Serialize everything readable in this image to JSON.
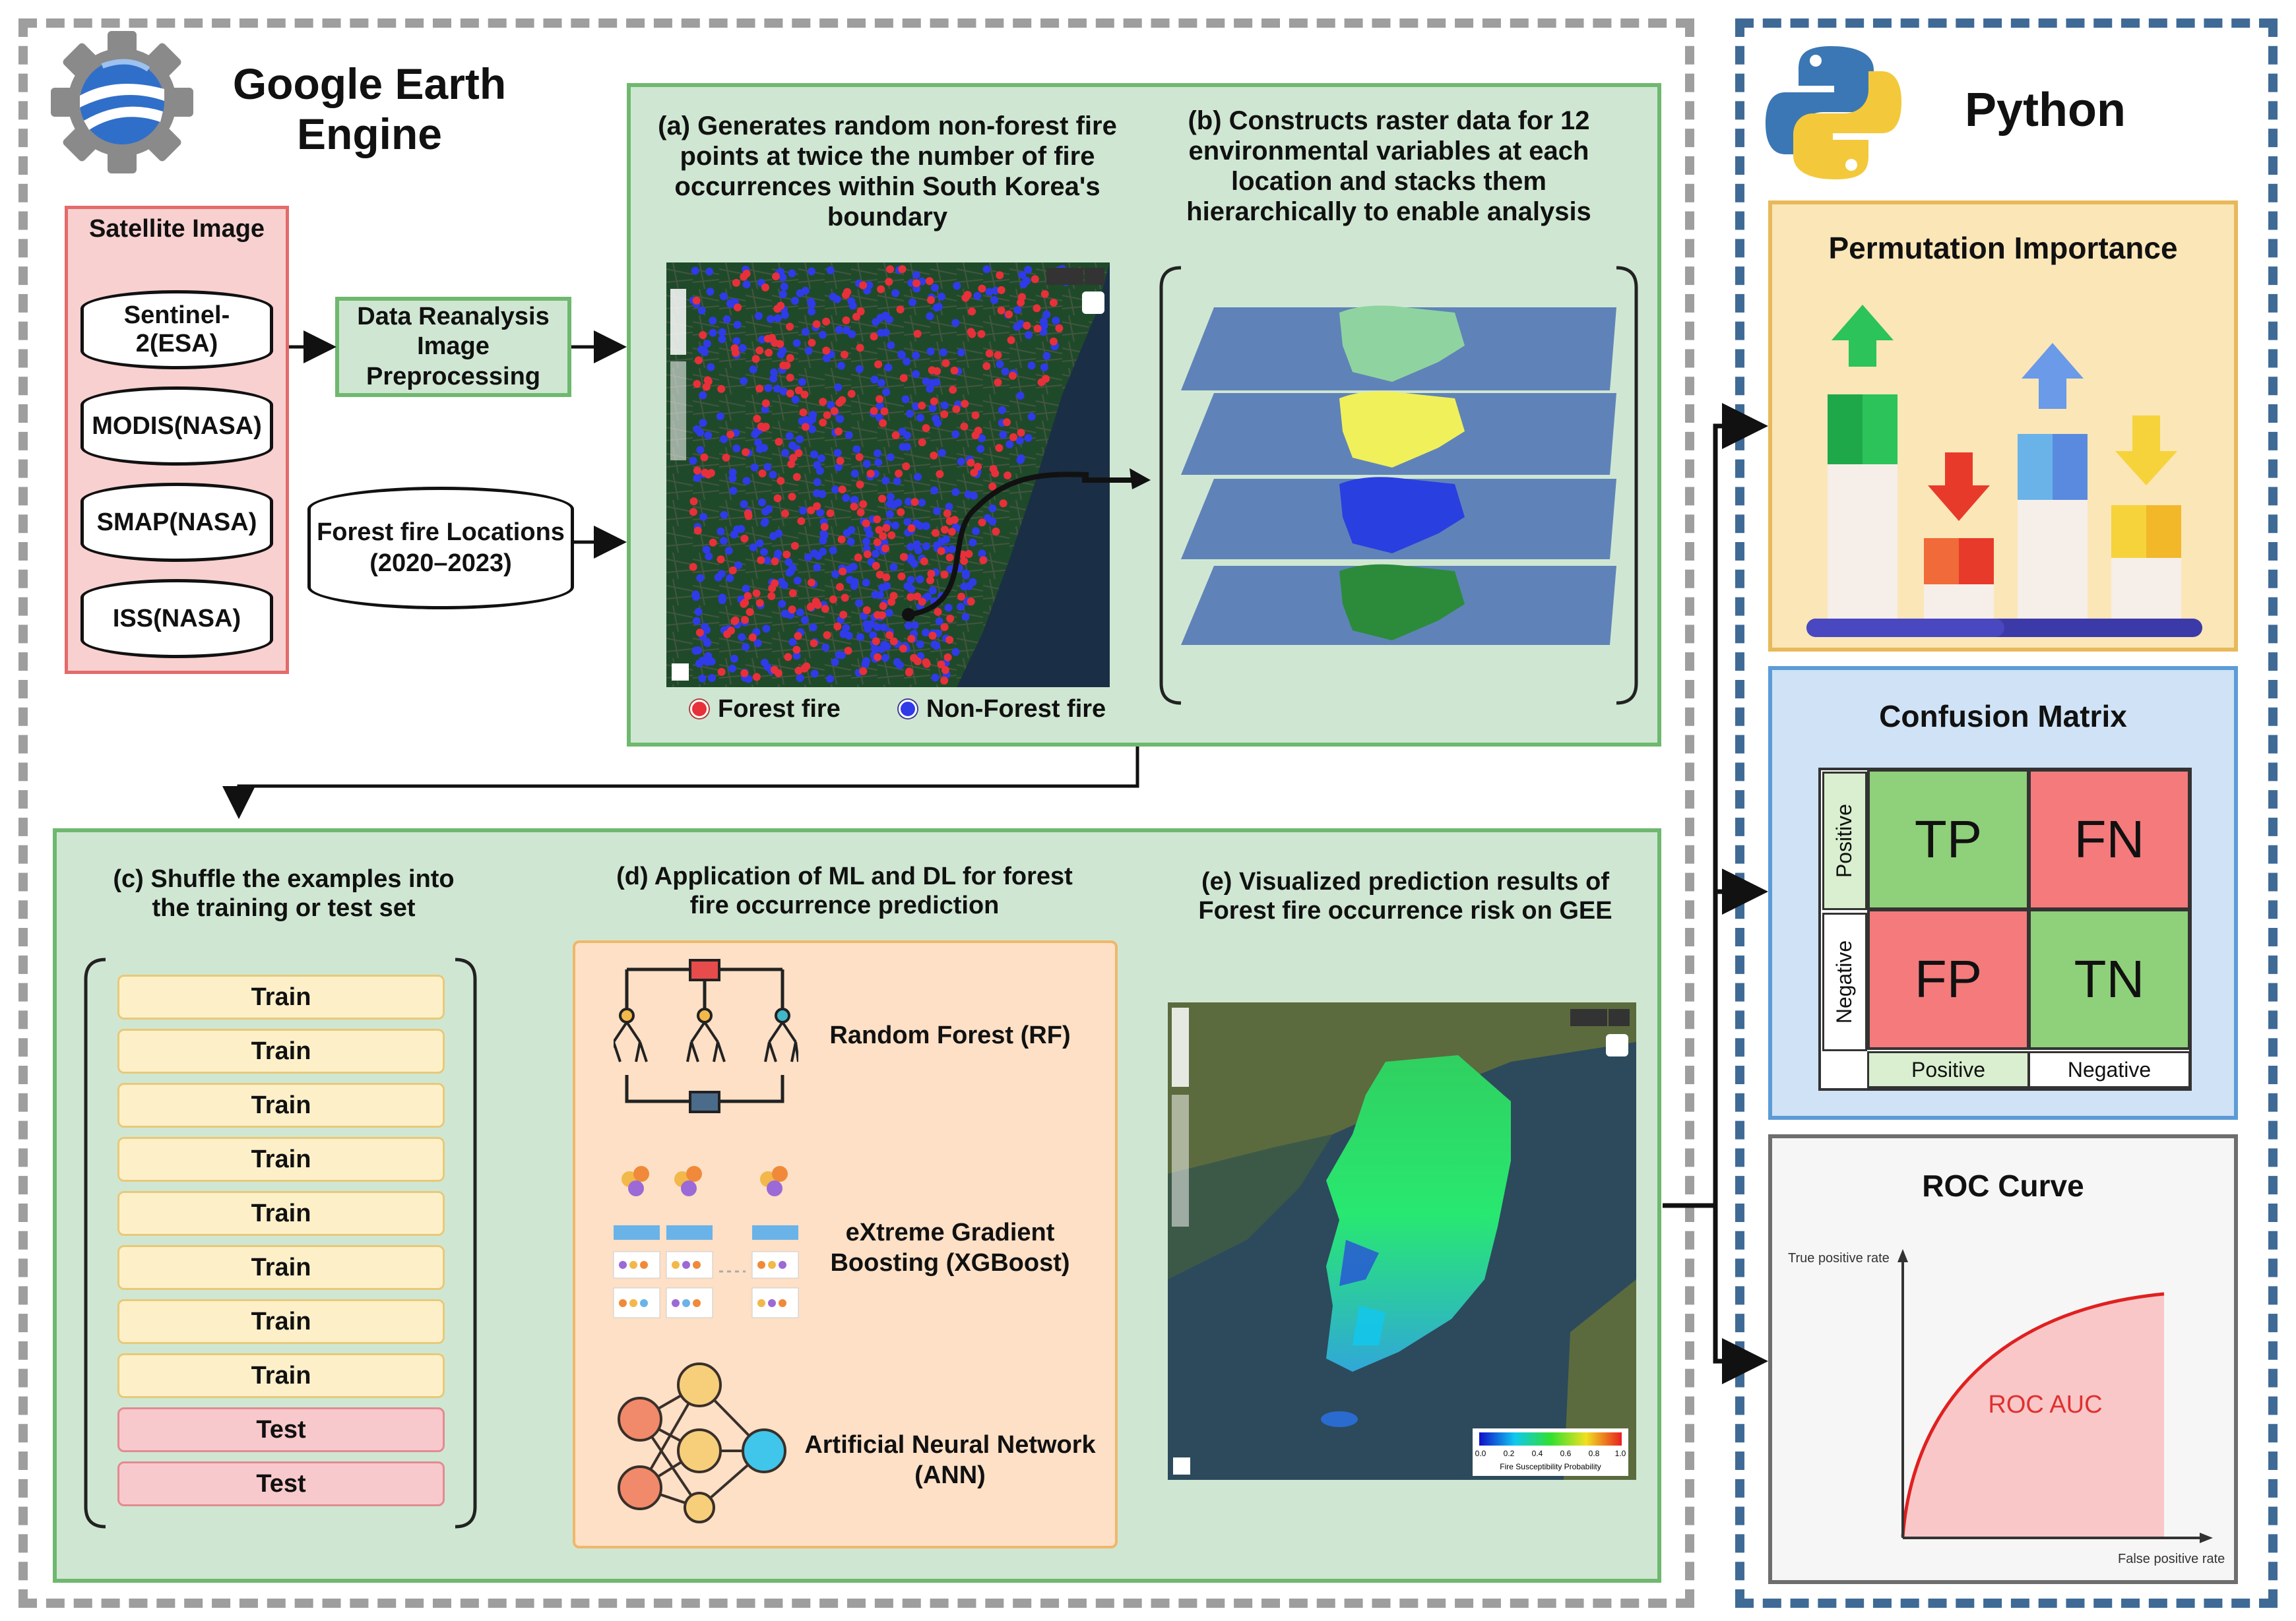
{
  "gee": {
    "title_line1": "Google Earth",
    "title_line2": "Engine",
    "satellite_title": "Satellite Image",
    "satellites": [
      "Sentinel-2(ESA)",
      "MODIS(NASA)",
      "SMAP(NASA)",
      "ISS(NASA)"
    ],
    "preprocess": "Data Reanalysis Image Preprocessing",
    "fire_locations": "Forest fire Locations (2020–2023)",
    "step_a": "(a) Generates random non-forest fire points at twice the number of fire occurrences within South Korea's boundary",
    "step_b": "(b) Constructs raster data for 12 environmental variables at each location and stacks them hierarchically to enable analysis",
    "legend_fire": "Forest fire",
    "legend_nonfire": "Non-Forest fire",
    "step_c": "(c) Shuffle the examples into the training or test set",
    "split": [
      "Train",
      "Train",
      "Train",
      "Train",
      "Train",
      "Train",
      "Train",
      "Train",
      "Test",
      "Test"
    ],
    "step_d": "(d) Application of ML and DL for forest fire occurrence prediction",
    "models": [
      "Random Forest (RF)",
      "eXtreme Gradient Boosting (XGBoost)",
      "Artificial Neural Network (ANN)"
    ],
    "step_e": "(e) Visualized prediction results of Forest fire occurrence risk on GEE",
    "colorbar_ticks": [
      "0.0",
      "0.2",
      "0.4",
      "0.6",
      "0.8",
      "1.0"
    ],
    "colorbar_label": "Fire Susceptibility Probability"
  },
  "python": {
    "title": "Python",
    "perm_title": "Permutation Importance",
    "cm_title": "Confusion Matrix",
    "cm_cells": {
      "tp": "TP",
      "fn": "FN",
      "fp": "FP",
      "tn": "TN"
    },
    "cm_row_labels": [
      "Positive",
      "Negative"
    ],
    "cm_col_labels": [
      "Positive",
      "Negative"
    ],
    "roc_title": "ROC Curve",
    "roc_ylabel": "True positive rate",
    "roc_xlabel": "False positive rate",
    "roc_auc": "ROC AUC"
  },
  "colors": {
    "forest_fire": "#e8303a",
    "non_forest_fire": "#2f3be8",
    "gee_frame": "#9e9e9e",
    "python_frame": "#3f6a96"
  }
}
